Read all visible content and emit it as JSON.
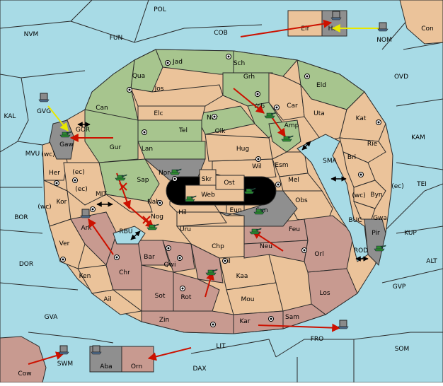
{
  "map": {
    "colors": {
      "water": "#a8dbe6",
      "tan": "#ebc39a",
      "green": "#a7c58e",
      "rose": "#c89a90",
      "gray": "#8f8f8f",
      "black": "#000000",
      "order_arrow": "#cc1100",
      "support_arrow": "#e8e800",
      "army_unit": "#2f8a2f",
      "fleet_unit": "#8a8a8a"
    },
    "sea_labels": [
      "POL",
      "NVM",
      "FUN",
      "COB",
      "OVD",
      "KAL",
      "GVG",
      "GOR",
      "MVU",
      "BOR",
      "MIT",
      "RBU",
      "DOR",
      "GVA",
      "LIT",
      "DAX",
      "SWM",
      "FRO",
      "SOM",
      "GVP",
      "ALT",
      "KUP",
      "BUC",
      "ROD",
      "TEI",
      "KAM",
      "SMA",
      "NOM"
    ],
    "land_labels": [
      "Jad",
      "Sch",
      "Qua",
      "Jos",
      "Can",
      "Grh",
      "Eld",
      "Car",
      "Uta",
      "Elc",
      "Nar",
      "Ycb",
      "Kat",
      "Amp",
      "Tel",
      "Olk",
      "Gur",
      "Lan",
      "Hug",
      "Rie",
      "Bri",
      "Nor",
      "Skr",
      "Wil",
      "Esm",
      "Sap",
      "Ost",
      "Web",
      "Mel",
      "Byn",
      "Her",
      "Kor",
      "Nab",
      "Eun",
      "Sun",
      "Obs",
      "Gwa",
      "Pir",
      "Gaw",
      "Hil",
      "Nog",
      "Uru",
      "Feu",
      "Chp",
      "Neu",
      "Ark",
      "Ver",
      "Bar",
      "Qwi",
      "Nil",
      "Orl",
      "Chr",
      "Ken",
      "Kaa",
      "Sot",
      "Rot",
      "Mou",
      "Los",
      "Ail",
      "Zin",
      "Kar",
      "Sam",
      "Cow",
      "Aba",
      "Orn",
      "Elf",
      "Hel",
      "Con"
    ],
    "coast_tags": [
      "(wc)",
      "(ec)",
      "(ec)",
      "(wc)",
      "(wc)",
      "(ec)"
    ],
    "units": {
      "armies": [
        "Ycb",
        "Amp",
        "Nor",
        "Sap",
        "Nog",
        "Web",
        "Ost",
        "Sun",
        "Neu",
        "Nil",
        "Pir",
        "Gaw"
      ],
      "fleets": [
        "Hel",
        "NOM",
        "GVG",
        "Ark",
        "SWM",
        "Aba",
        "FRO"
      ]
    }
  }
}
